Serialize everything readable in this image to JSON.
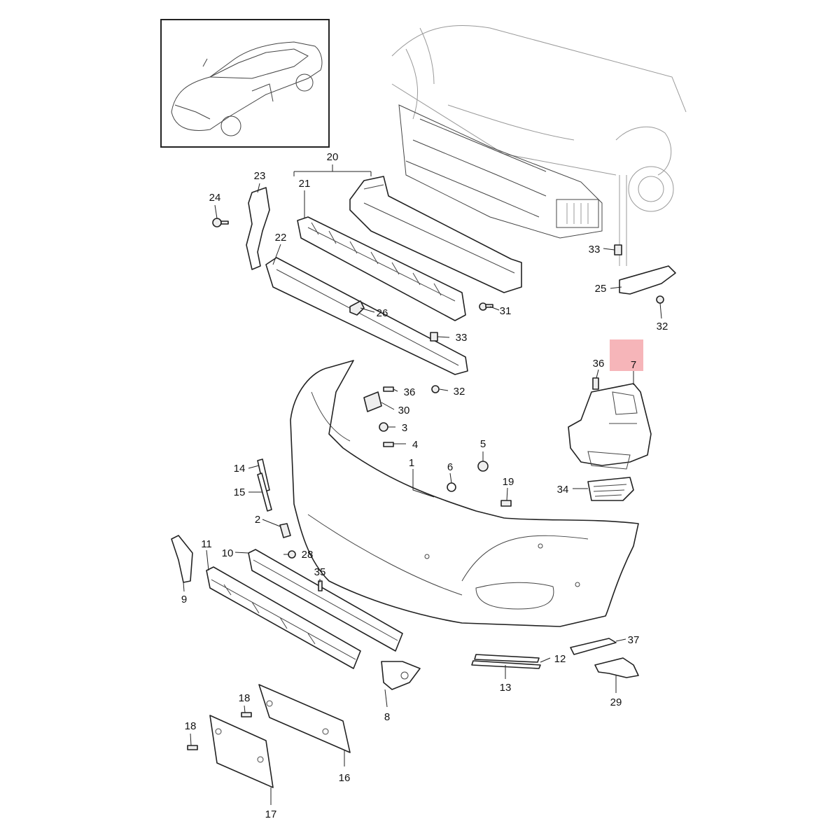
{
  "callouts": [
    {
      "id": "p1",
      "label": "1"
    },
    {
      "id": "p2",
      "label": "2"
    },
    {
      "id": "p3",
      "label": "3"
    },
    {
      "id": "p4",
      "label": "4"
    },
    {
      "id": "p5",
      "label": "5"
    },
    {
      "id": "p6",
      "label": "6"
    },
    {
      "id": "p7",
      "label": "7",
      "highlighted": true
    },
    {
      "id": "p8",
      "label": "8"
    },
    {
      "id": "p9",
      "label": "9"
    },
    {
      "id": "p10",
      "label": "10"
    },
    {
      "id": "p11",
      "label": "11"
    },
    {
      "id": "p12",
      "label": "12"
    },
    {
      "id": "p13",
      "label": "13"
    },
    {
      "id": "p14",
      "label": "14"
    },
    {
      "id": "p15",
      "label": "15"
    },
    {
      "id": "p16",
      "label": "16"
    },
    {
      "id": "p17",
      "label": "17"
    },
    {
      "id": "p18a",
      "label": "18"
    },
    {
      "id": "p18b",
      "label": "18"
    },
    {
      "id": "p19",
      "label": "19"
    },
    {
      "id": "p20",
      "label": "20"
    },
    {
      "id": "p21",
      "label": "21"
    },
    {
      "id": "p22",
      "label": "22"
    },
    {
      "id": "p23",
      "label": "23"
    },
    {
      "id": "p24",
      "label": "24"
    },
    {
      "id": "p25",
      "label": "25"
    },
    {
      "id": "p26",
      "label": "26"
    },
    {
      "id": "p28",
      "label": "28"
    },
    {
      "id": "p29",
      "label": "29"
    },
    {
      "id": "p30",
      "label": "30"
    },
    {
      "id": "p31",
      "label": "31"
    },
    {
      "id": "p32a",
      "label": "32"
    },
    {
      "id": "p32b",
      "label": "32"
    },
    {
      "id": "p33a",
      "label": "33"
    },
    {
      "id": "p33b",
      "label": "33"
    },
    {
      "id": "p34",
      "label": "34"
    },
    {
      "id": "p35",
      "label": "35"
    },
    {
      "id": "p36a",
      "label": "36"
    },
    {
      "id": "p36b",
      "label": "36"
    },
    {
      "id": "p37",
      "label": "37"
    }
  ],
  "highlight_color": "#f4a8ad"
}
